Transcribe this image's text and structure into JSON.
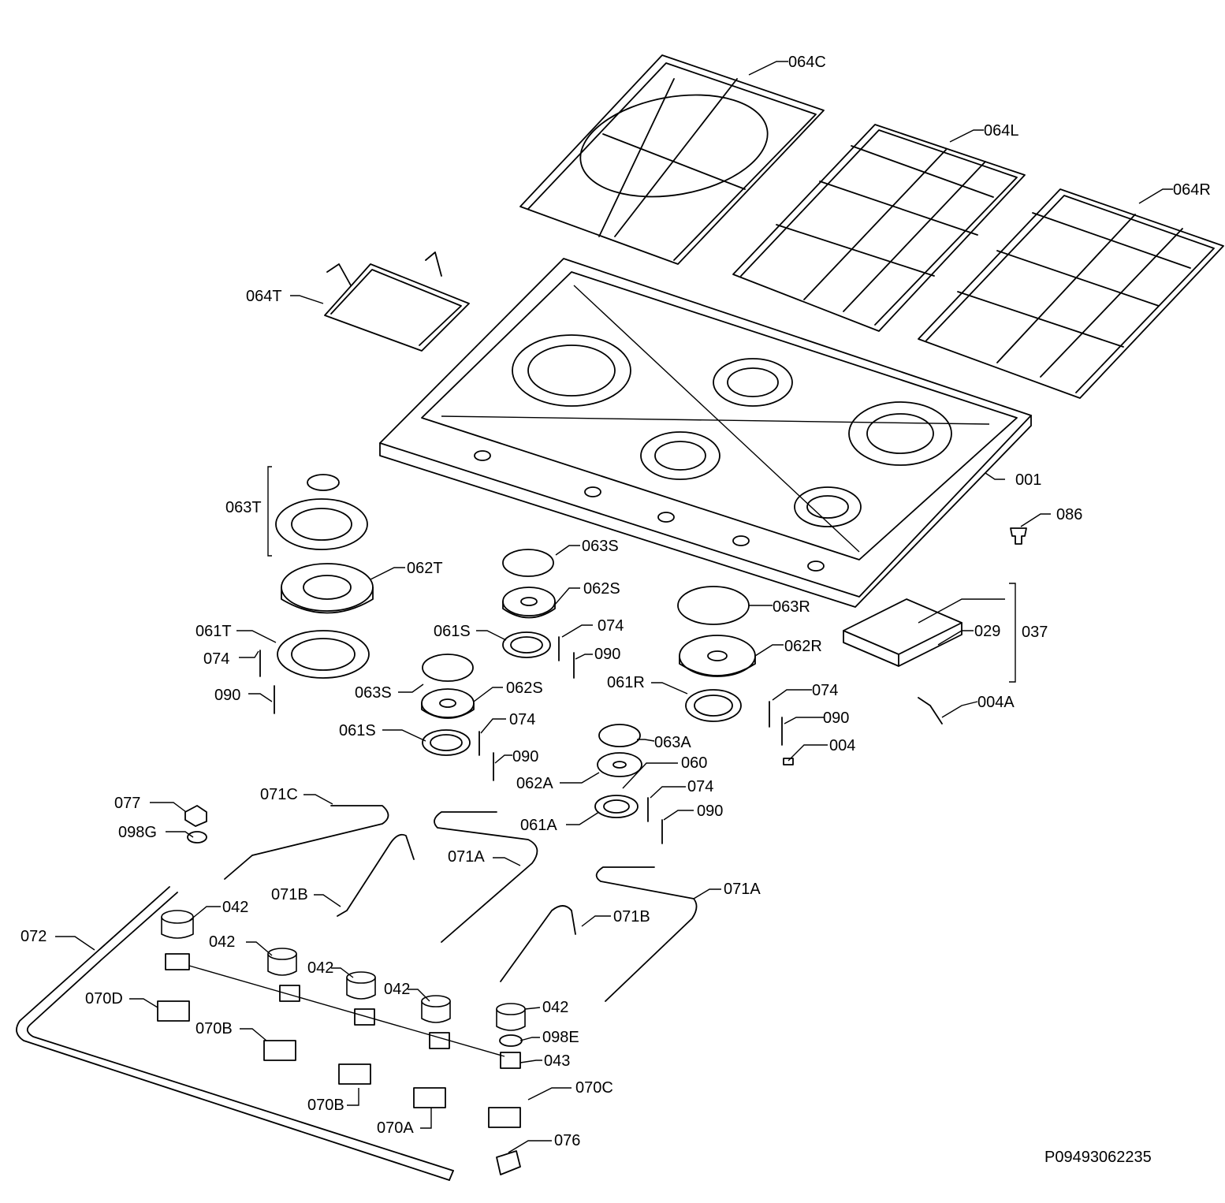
{
  "reference_code": "P09493062235",
  "labels": {
    "l064C": "064C",
    "l064L": "064L",
    "l064R": "064R",
    "l064T": "064T",
    "l001": "001",
    "l086": "086",
    "l063T": "063T",
    "l063S_a": "063S",
    "l062T": "062T",
    "l062S_a": "062S",
    "l074_a": "074",
    "l061T": "061T",
    "l061S_a": "061S",
    "l090_a": "090",
    "l074_b": "074",
    "l063R": "063R",
    "l062R": "062R",
    "l029": "029",
    "l037": "037",
    "l090_b": "090",
    "l063S_b": "063S",
    "l062S_b": "062S",
    "l061R": "061R",
    "l074_c": "074",
    "l004A": "004A",
    "l061S_b": "061S",
    "l074_d": "074",
    "l090_c": "090",
    "l063A": "063A",
    "l004": "004",
    "l090_d": "090",
    "l060": "060",
    "l062A": "062A",
    "l074_e": "074",
    "l077": "077",
    "l071C": "071C",
    "l061A": "061A",
    "l090_e": "090",
    "l098G": "098G",
    "l071A_a": "071A",
    "l071A_b": "071A",
    "l071B_a": "071B",
    "l042_a": "042",
    "l071B_b": "071B",
    "l072": "072",
    "l042_b": "042",
    "l042_c": "042",
    "l042_d": "042",
    "l070D": "070D",
    "l042_e": "042",
    "l070B_a": "070B",
    "l098E": "098E",
    "l043": "043",
    "l070C": "070C",
    "l070B_b": "070B",
    "l070A": "070A",
    "l076": "076"
  }
}
